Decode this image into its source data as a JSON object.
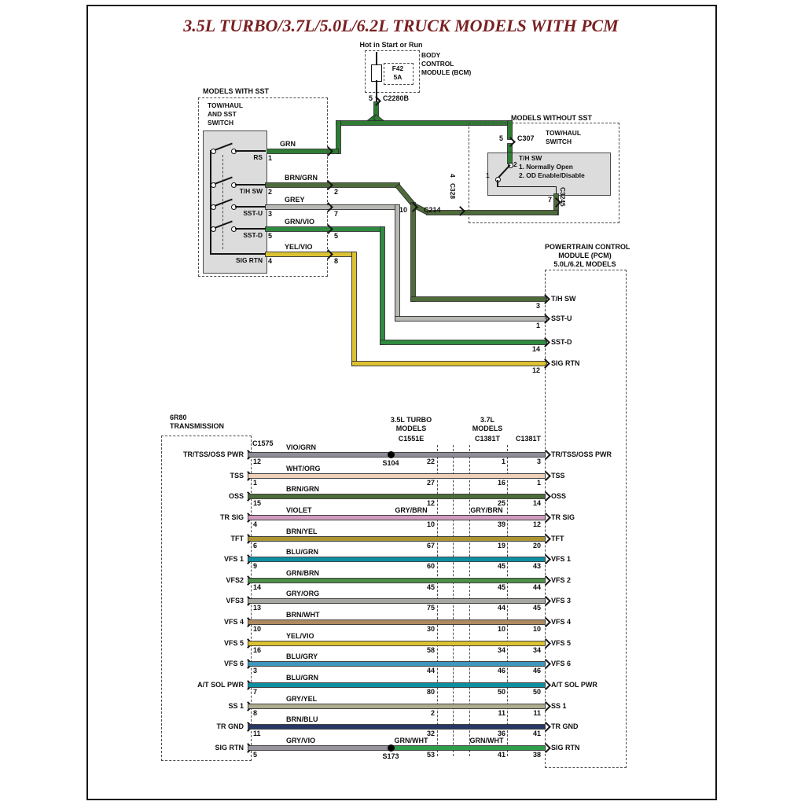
{
  "title": "3.5L TURBO/3.7L/5.0L/6.2L TRUCK MODELS WITH PCM",
  "wire_colors": {
    "GRN": "#2e7d33",
    "BRN/GRN": "#4e6b3a",
    "GREY": "#b8b8b4",
    "GRN/VIO": "#2f8b40",
    "YEL/VIO": "#dcc233",
    "VIO/GRN": "#8f8d98",
    "WHT/ORG": "#eed0ba",
    "VIOLET": "#cf9cbe",
    "BRN/YEL": "#ad9534",
    "BLU/GRN": "#0d8fa3",
    "GRN/BRN": "#4d8f48",
    "GRY/ORG": "#a7a7a1",
    "BRN/WHT": "#ae8a60",
    "BLU/GRY": "#3f97bd",
    "GRY/YEL": "#aeac8e",
    "BRN/BLU": "#283763",
    "GRY/VIO": "#98949e",
    "GRN/WHT": "#2f9e4c"
  },
  "bcm": {
    "hot": "Hot in Start or Run",
    "fuse_name": "F42",
    "fuse_amp": "5A",
    "module_lines": [
      "BODY",
      "CONTROL",
      "MODULE (BCM)"
    ],
    "pin": "5",
    "connector": "C2280B"
  },
  "sst": {
    "box_title": "MODELS WITH SST",
    "switch_title_lines": [
      "TOW/HAUL",
      "AND SST",
      "SWITCH"
    ],
    "rows": [
      {
        "name": "RS",
        "pin": "1",
        "wire": "GRN",
        "out_pin": ""
      },
      {
        "name": "T/H SW",
        "pin": "2",
        "wire": "BRN/GRN",
        "out_pin": "2"
      },
      {
        "name": "SST-U",
        "pin": "3",
        "wire": "GREY",
        "out_pin": "7"
      },
      {
        "name": "SST-D",
        "pin": "5",
        "wire": "GRN/VIO",
        "out_pin": "5"
      },
      {
        "name": "SIG RTN",
        "pin": "4",
        "wire": "YEL/VIO",
        "out_pin": "8"
      }
    ]
  },
  "no_sst": {
    "box_title": "MODELS WITHOUT SST",
    "switch_title_lines": [
      "TOW/HAUL",
      "SWITCH"
    ],
    "top_pin": "5",
    "top_connector": "C307",
    "notes": [
      "T/H SW",
      "1. Normally Open",
      "2. OD Enable/Disable"
    ],
    "contact_pins": [
      "1",
      "2"
    ],
    "out_pin": "7",
    "out_connector": "C3245",
    "inline_pin": "4",
    "inline_connector": "C328",
    "junction_pin": "10",
    "junction_connector": "C214"
  },
  "pcm": {
    "title_lines": [
      "POWERTRAIN CONTROL",
      "MODULE (PCM)",
      "5.0L/6.2L MODELS"
    ],
    "top_pins": [
      {
        "label": "T/H SW",
        "pin": "3"
      },
      {
        "label": "SST-U",
        "pin": "1"
      },
      {
        "label": "SST-D",
        "pin": "14"
      },
      {
        "label": "SIG RTN",
        "pin": "12"
      }
    ],
    "bottom_connector": "C1381T"
  },
  "transmission": {
    "title_lines": [
      "6R80",
      "TRANSMISSION"
    ],
    "connector": "C1575"
  },
  "columns": [
    {
      "title_lines": [
        "3.5L TURBO",
        "MODELS"
      ],
      "connector": "C1551E"
    },
    {
      "title_lines": [
        "3.7L",
        "MODELS"
      ],
      "connector": "C1381T"
    }
  ],
  "rows": [
    {
      "label": "TR/TSS/OSS PWR",
      "pin": "12",
      "wire": "VIO/GRN",
      "splice": "S104",
      "p35": "22",
      "p37": "1",
      "ppcm": "3",
      "pcm_label": "TR/TSS/OSS PWR"
    },
    {
      "label": "TSS",
      "pin": "1",
      "wire": "WHT/ORG",
      "p35": "27",
      "p37": "16",
      "ppcm": "1",
      "pcm_label": "TSS"
    },
    {
      "label": "OSS",
      "pin": "15",
      "wire": "BRN/GRN",
      "p35": "12",
      "p37": "25",
      "ppcm": "14",
      "pcm_label": "OSS"
    },
    {
      "label": "TR SIG",
      "pin": "4",
      "wire": "VIOLET",
      "mid": "GRY/BRN",
      "mid2": "GRY/BRN",
      "p35": "10",
      "p37": "39",
      "ppcm": "12",
      "pcm_label": "TR SIG"
    },
    {
      "label": "TFT",
      "pin": "6",
      "wire": "BRN/YEL",
      "p35": "67",
      "p37": "19",
      "ppcm": "20",
      "pcm_label": "TFT"
    },
    {
      "label": "VFS 1",
      "pin": "9",
      "wire": "BLU/GRN",
      "p35": "60",
      "p37": "45",
      "ppcm": "43",
      "pcm_label": "VFS 1"
    },
    {
      "label": "VFS2",
      "pin": "14",
      "wire": "GRN/BRN",
      "p35": "45",
      "p37": "45",
      "ppcm": "44",
      "pcm_label": "VFS 2"
    },
    {
      "label": "VFS3",
      "pin": "13",
      "wire": "GRY/ORG",
      "p35": "75",
      "p37": "44",
      "ppcm": "45",
      "pcm_label": "VFS 3"
    },
    {
      "label": "VFS 4",
      "pin": "10",
      "wire": "BRN/WHT",
      "p35": "30",
      "p37": "10",
      "ppcm": "10",
      "pcm_label": "VFS 4"
    },
    {
      "label": "VFS 5",
      "pin": "16",
      "wire": "YEL/VIO",
      "p35": "58",
      "p37": "34",
      "ppcm": "34",
      "pcm_label": "VFS 5"
    },
    {
      "label": "VFS 6",
      "pin": "3",
      "wire": "BLU/GRY",
      "p35": "44",
      "p37": "46",
      "ppcm": "46",
      "pcm_label": "VFS 6"
    },
    {
      "label": "A/T SOL PWR",
      "pin": "7",
      "wire": "BLU/GRN",
      "p35": "80",
      "p37": "50",
      "ppcm": "50",
      "pcm_label": "A/T SOL PWR"
    },
    {
      "label": "SS 1",
      "pin": "8",
      "wire": "GRY/YEL",
      "p35": "2",
      "p37": "11",
      "ppcm": "11",
      "pcm_label": "SS 1"
    },
    {
      "label": "TR GND",
      "pin": "11",
      "wire": "BRN/BLU",
      "p35": "32",
      "p37": "36",
      "ppcm": "41",
      "pcm_label": "TR GND"
    },
    {
      "label": "SIG RTN",
      "pin": "5",
      "wire": "GRY/VIO",
      "wire2": "GRN/WHT",
      "splice": "S173",
      "mid": "GRN/WHT",
      "mid2": "GRN/WHT",
      "p35": "53",
      "p37": "41",
      "ppcm": "38",
      "pcm_label": "SIG RTN"
    }
  ]
}
